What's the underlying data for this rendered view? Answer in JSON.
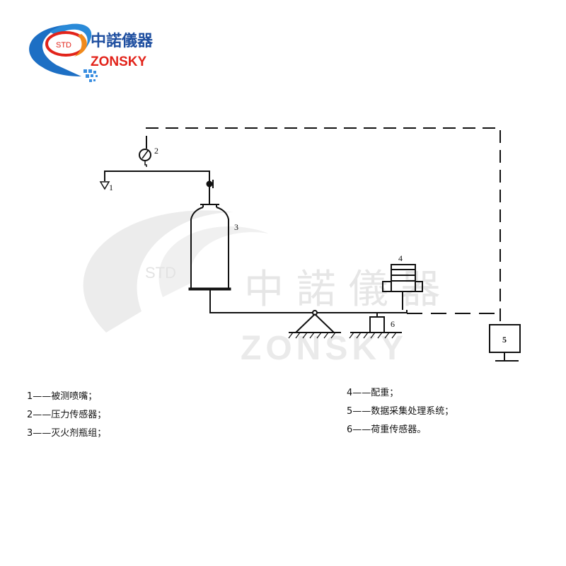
{
  "logo": {
    "badge": "STD",
    "name_cn": "中諾儀器",
    "name_en": "ZONSKY"
  },
  "watermark": {
    "badge": "STD",
    "name_cn": "中 諾 儀 器",
    "name_en": "ZONSKY"
  },
  "diagram": {
    "labels": {
      "nozzle": "1",
      "pressure_sensor": "2",
      "cylinder": "3",
      "counterweight": "4",
      "daq": "5",
      "load_sensor": "6"
    }
  },
  "legend": {
    "left": [
      "1——被测喷嘴；",
      "2——压力传感器；",
      "3——灭火剂瓶组；"
    ],
    "right": [
      "4——配重；",
      "5——数据采集处理系统；",
      "6——荷重传感器。"
    ]
  },
  "colors": {
    "logo_blue": "#1f4fa0",
    "logo_red": "#e2231a",
    "line": "#111111",
    "watermark": "#e6e6e6"
  }
}
